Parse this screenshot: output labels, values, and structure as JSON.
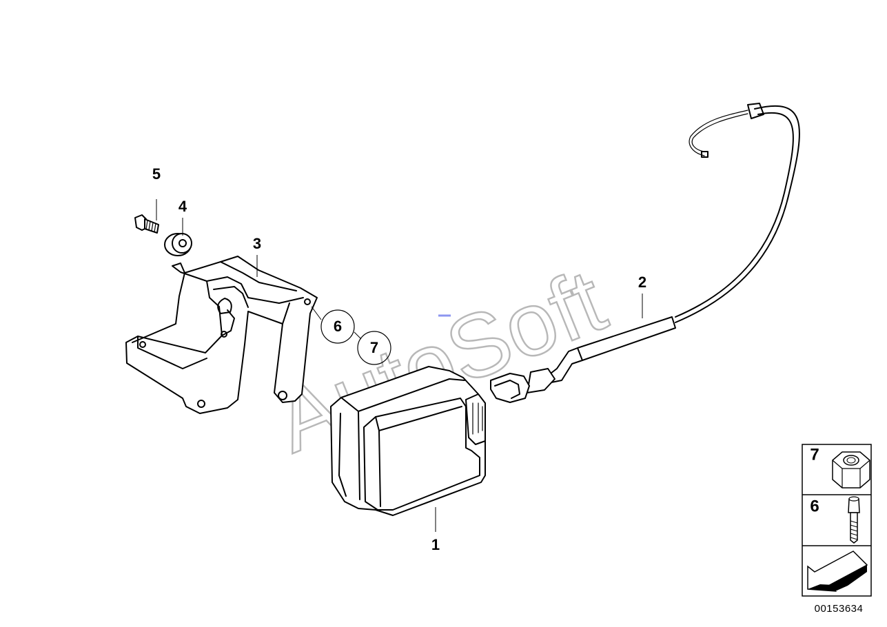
{
  "diagram": {
    "watermark": "AutoSoft",
    "reference_number": "00153634",
    "callouts": [
      {
        "id": "1",
        "label": "1"
      },
      {
        "id": "2",
        "label": "2"
      },
      {
        "id": "3",
        "label": "3"
      },
      {
        "id": "4",
        "label": "4"
      },
      {
        "id": "5",
        "label": "5"
      },
      {
        "id": "6",
        "label": "6"
      },
      {
        "id": "7",
        "label": "7"
      }
    ],
    "legend": [
      {
        "label": "7",
        "icon": "hex-nut-icon"
      },
      {
        "label": "6",
        "icon": "socket-cap-screw-icon"
      },
      {
        "icon": "direction-arrow-icon"
      }
    ]
  }
}
